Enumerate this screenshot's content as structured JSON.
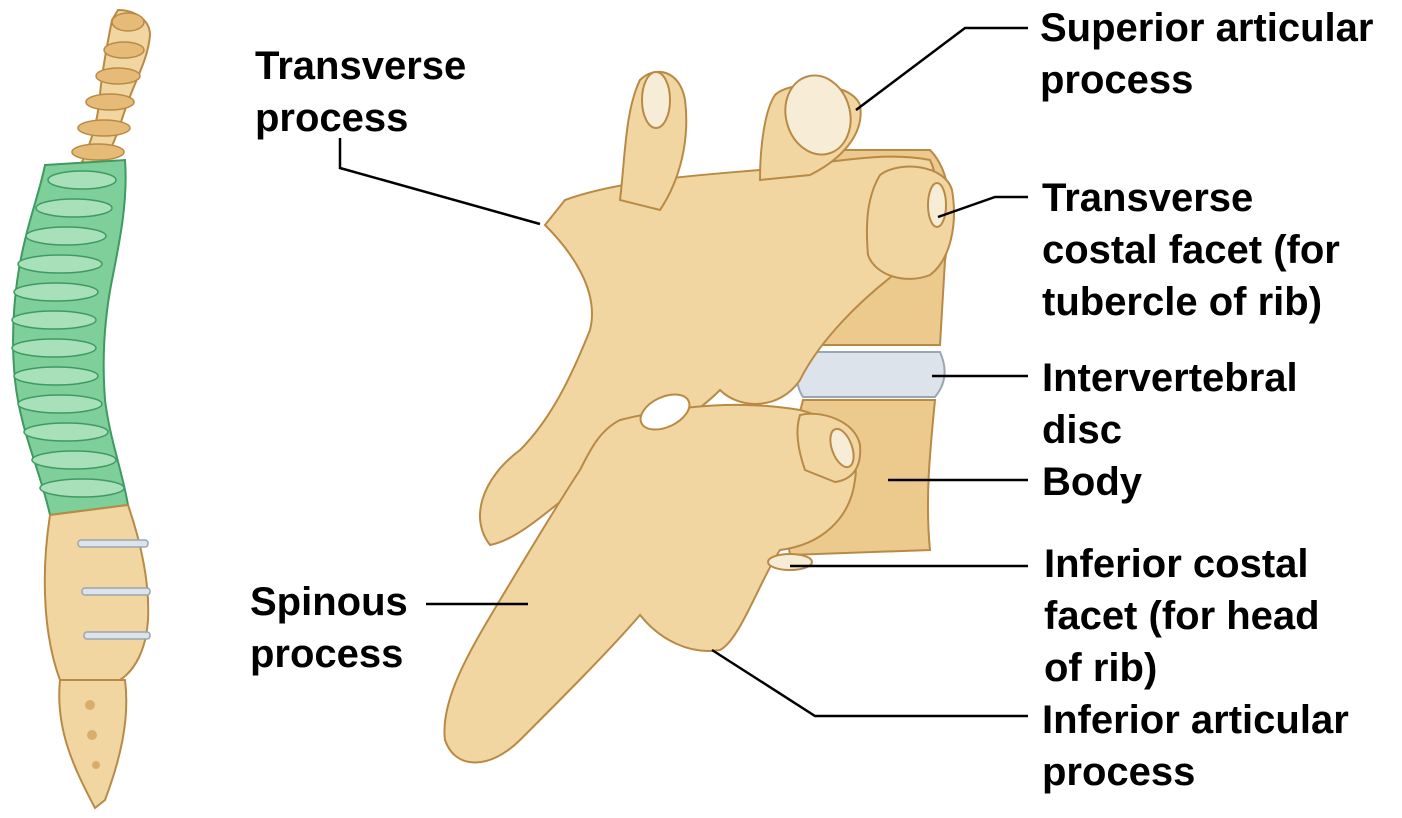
{
  "colors": {
    "bone": "#f2d6a2",
    "bone_shadow": "#d9ad6b",
    "bone_outline": "#b98a45",
    "thoracic_highlight": "#7fcf9a",
    "disc": "#dde3ea",
    "leader_line": "#000000"
  },
  "labels": {
    "transverse_process": [
      "Transverse",
      "process"
    ],
    "superior_articular_process": [
      "Superior articular",
      "process"
    ],
    "transverse_costal_facet": [
      "Transverse",
      "costal facet (for",
      "tubercle of rib)"
    ],
    "intervertebral_disc": [
      "Intervertebral",
      "disc"
    ],
    "body": [
      "Body"
    ],
    "inferior_costal_facet": [
      "Inferior costal",
      "facet (for head",
      "of rib)"
    ],
    "inferior_articular_process": [
      "Inferior articular",
      "process"
    ],
    "spinous_process": [
      "Spinous",
      "process"
    ]
  }
}
